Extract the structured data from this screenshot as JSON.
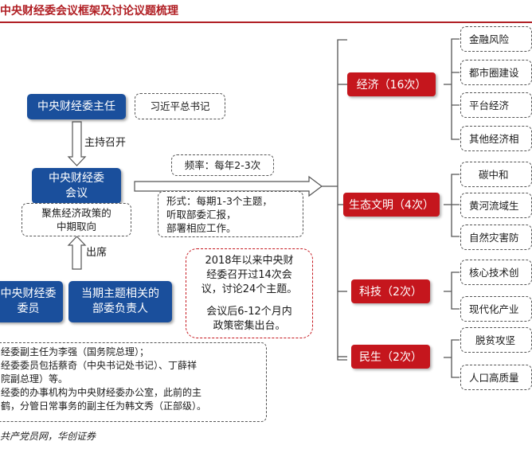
{
  "title": "中央财经委会议框架及讨论议题梳理",
  "source": "共产党员网，华创证券",
  "chair": {
    "box": "中央财经委主任",
    "person": "习近平总书记",
    "convene": "主持召开"
  },
  "meeting": {
    "box": "中央财经委\n会议",
    "focus": "聚焦经济政策的\n中期取向",
    "attend": "出席"
  },
  "attendees": {
    "members": "中央财经委\n委员",
    "depts": "当期主题相关的\n部委负责人"
  },
  "frequency": "频率：每年2-3次",
  "format": "形式：每期1-3个主题，\n听取部委汇报，\n部署相应工作。",
  "highlight": {
    "line1": "2018年以来中央财\n经委召开过14次会\n议，讨论24个主题。",
    "line2": "会议后6-12个月内\n政策密集出台。"
  },
  "notes": [
    "经委副主任为李强（国务院总理）；",
    "经委委员包括蔡奇（中央书记处书记）、丁薛祥",
    "院副总理）等。",
    "经委的办事机构为中央财经委办公室，此前的主",
    "鹤，分管日常事务的副主任为韩文秀（正部级）。"
  ],
  "categories": [
    {
      "label": "经济（16次）",
      "topics": [
        "金融风险",
        "都市圈建设",
        "平台经济",
        "其他经济相"
      ]
    },
    {
      "label": "生态文明（4次）",
      "topics": [
        "碳中和",
        "黄河流域生",
        "自然灾害防"
      ]
    },
    {
      "label": "科技（2次）",
      "topics": [
        "核心技术创",
        "现代化产业"
      ]
    },
    {
      "label": "民生（2次）",
      "topics": [
        "脱贫攻坚",
        "人口高质量"
      ]
    }
  ],
  "colors": {
    "brand_red": "#c5161d",
    "brand_blue": "#1a4f9c"
  }
}
